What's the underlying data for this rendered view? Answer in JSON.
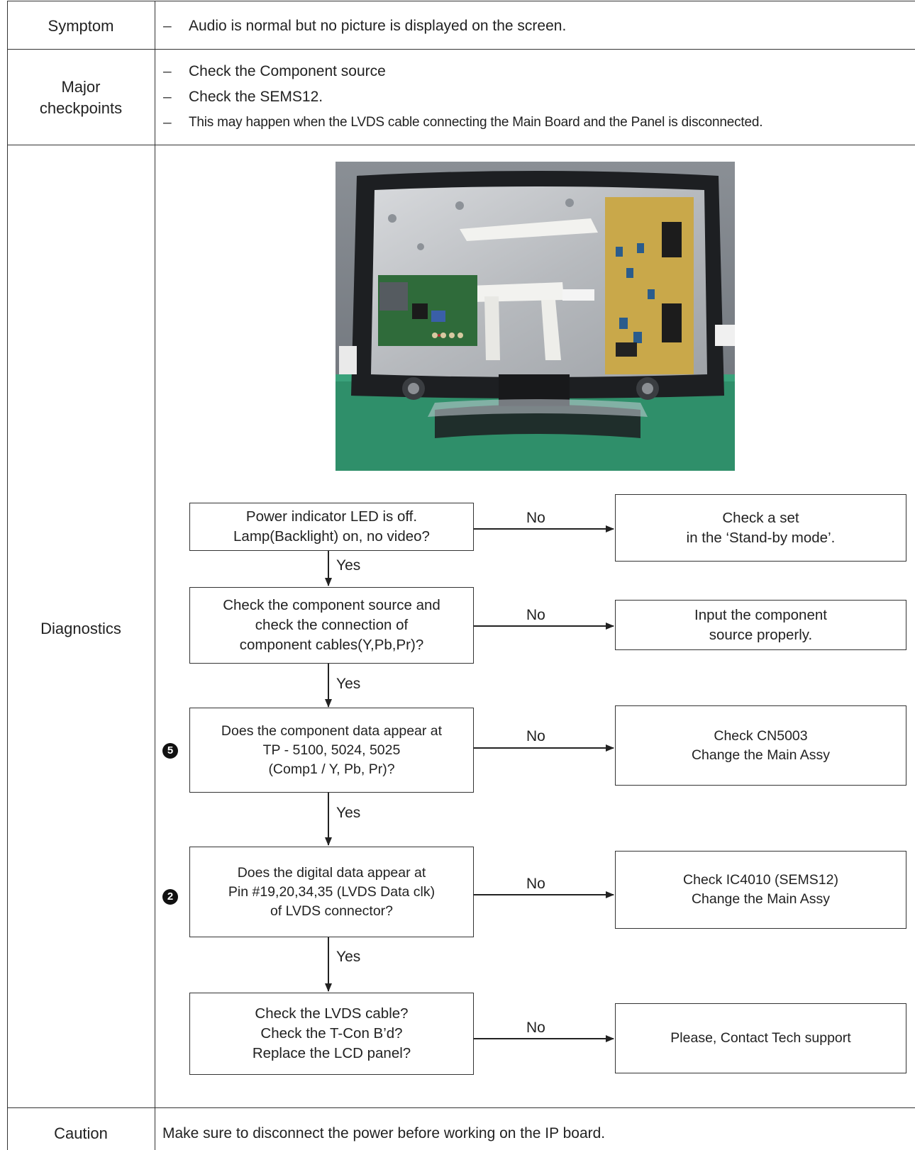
{
  "rows": {
    "symptom": {
      "label": "Symptom",
      "items": [
        "Audio is normal but no picture is displayed on the screen."
      ]
    },
    "major": {
      "label_line1": "Major",
      "label_line2": "checkpoints",
      "items": [
        "Check the Component source",
        "Check the SEMS12.",
        "This may happen when the LVDS cable connecting the Main Board and the Panel is disconnected."
      ]
    },
    "diagnostics": {
      "label": "Diagnostics"
    },
    "caution": {
      "label": "Caution",
      "text": "Make sure to disconnect the power before working on the IP board."
    }
  },
  "bullet_marker": "–",
  "flow": {
    "yes_label": "Yes",
    "no_label": "No",
    "steps": [
      {
        "question": [
          "Power indicator LED is off.",
          "Lamp(Backlight) on, no video?"
        ],
        "action": [
          "Check a set",
          "in the ‘Stand-by mode’."
        ],
        "marker": ""
      },
      {
        "question": [
          "Check the component source and",
          "check the connection of",
          "component cables(Y,Pb,Pr)?"
        ],
        "action": [
          "Input the component",
          "source properly."
        ],
        "marker": ""
      },
      {
        "question": [
          "Does the component data appear at",
          "TP - 5100, 5024, 5025",
          "(Comp1 / Y, Pb, Pr)?"
        ],
        "action": [
          "Check CN5003",
          "Change the Main Assy"
        ],
        "marker": "5"
      },
      {
        "question": [
          "Does the digital data appear at",
          "Pin #19,20,34,35 (LVDS Data clk)",
          "of LVDS connector?"
        ],
        "action": [
          "Check IC4010 (SEMS12)",
          "Change the Main Assy"
        ],
        "marker": "2"
      },
      {
        "question": [
          "Check the LVDS cable?",
          "Check the T-Con B’d?",
          "Replace the LCD panel?"
        ],
        "action": [
          "Please, Contact Tech support"
        ],
        "marker": ""
      }
    ]
  },
  "colors": {
    "border": "#333333",
    "photo_bg": "#6f7379",
    "power_board": "#c9a84a",
    "main_board": "#2f6b3a",
    "table_green": "#2f8f6a"
  }
}
